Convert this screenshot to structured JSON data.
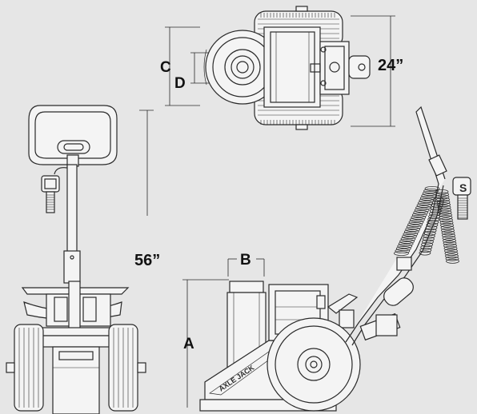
{
  "dimensions": {
    "top_width": "24”",
    "top_c": "C",
    "top_d": "D",
    "height": "56”",
    "side_a": "A",
    "side_b": "B"
  },
  "handle_badge": "S",
  "nameplate": "AXLE JACK",
  "colors": {
    "background": "#e6e6e6",
    "line": "#2a2a2a",
    "paper": "#f4f4f4"
  }
}
